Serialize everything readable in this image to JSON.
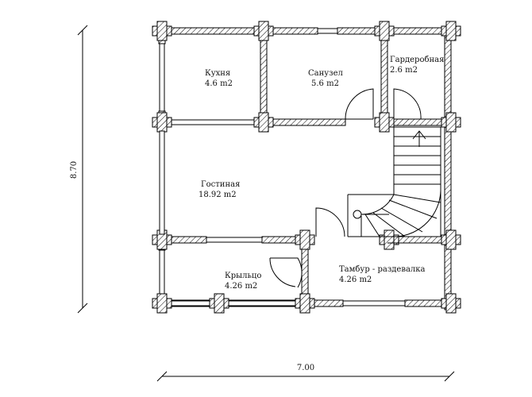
{
  "rooms": {
    "kitchen": {
      "name": "Кухня",
      "area": "4.6 m2"
    },
    "bathroom": {
      "name": "Санузел",
      "area": "5.6 m2"
    },
    "wardrobe": {
      "name": "Гардеробная",
      "area": "2.6 m2"
    },
    "living": {
      "name": "Гостиная",
      "area": "18.92 m2"
    },
    "porch": {
      "name": "Крыльцо",
      "area": "4.26 m2"
    },
    "vestibule": {
      "name": "Тамбур - раздевалка",
      "area": "4.26 m2"
    }
  },
  "dimensions": {
    "height": "8.70",
    "width": "7.00"
  }
}
